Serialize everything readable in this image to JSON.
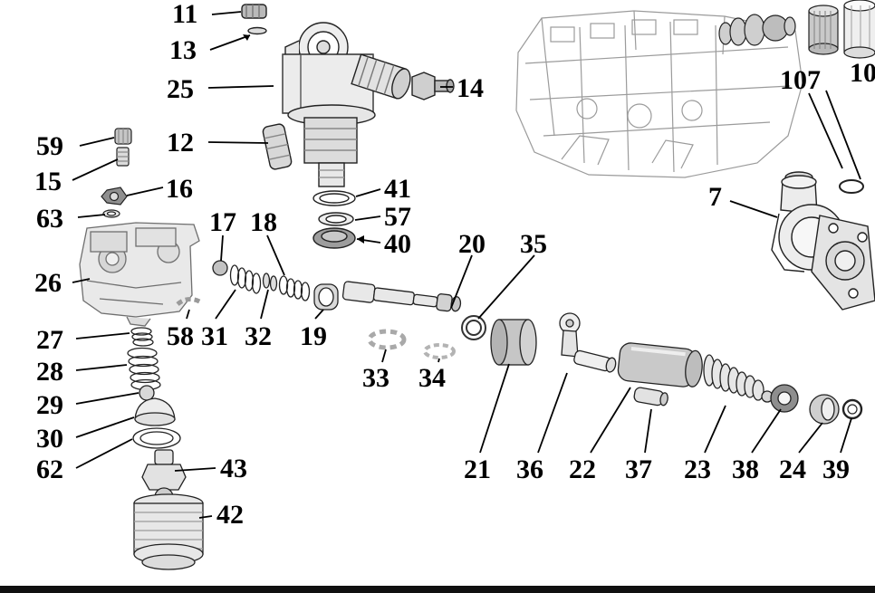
{
  "diagram": {
    "type": "exploded-parts-diagram",
    "subject": "fuel injection pump assembly",
    "colors": {
      "background": "#ffffff",
      "line": "#1a1a1a",
      "faint_line": "#9b9b9b",
      "bottom_bar": "#101010"
    },
    "labels": {
      "n7": "7",
      "n10": "10",
      "n107": "107",
      "n11": "11",
      "n12": "12",
      "n13": "13",
      "n14": "14",
      "n15": "15",
      "n16": "16",
      "n17": "17",
      "n18": "18",
      "n19": "19",
      "n20": "20",
      "n21": "21",
      "n22": "22",
      "n23": "23",
      "n24": "24",
      "n25": "25",
      "n26": "26",
      "n27": "27",
      "n28": "28",
      "n29": "29",
      "n30": "30",
      "n31": "31",
      "n32": "32",
      "n33": "33",
      "n34": "34",
      "n35": "35",
      "n36": "36",
      "n37": "37",
      "n38": "38",
      "n39": "39",
      "n40": "40",
      "n41": "41",
      "n42": "42",
      "n43": "43",
      "n57": "57",
      "n58": "58",
      "n59": "59",
      "n62": "62",
      "n63": "63"
    }
  }
}
